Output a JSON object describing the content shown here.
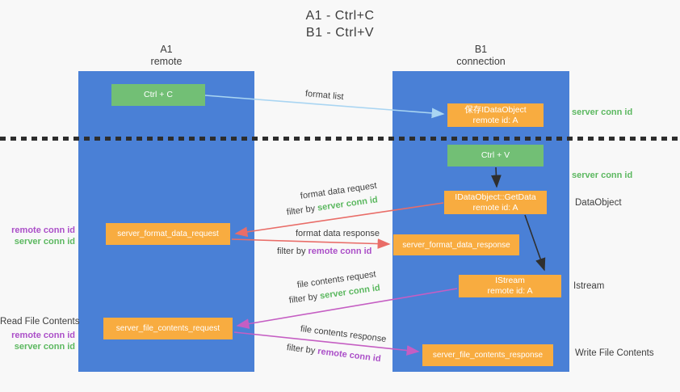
{
  "title": {
    "line1": "A1 - Ctrl+C",
    "line2": "B1 - Ctrl+V"
  },
  "lanes": {
    "a1": {
      "title": "A1",
      "subtitle": "remote"
    },
    "b1": {
      "title": "B1",
      "subtitle": "connection"
    }
  },
  "nodes": {
    "ctrl_c": {
      "label": "Ctrl + C"
    },
    "save_idataobject": {
      "line1": "保存IDataObject",
      "line2": "remote id: A"
    },
    "ctrl_v": {
      "label": "Ctrl + V"
    },
    "getdata": {
      "line1": "IDataObject::GetData",
      "line2": "remote id: A"
    },
    "format_request": {
      "label": "server_format_data_request"
    },
    "format_response": {
      "label": "server_format_data_response"
    },
    "istream": {
      "line1": "IStream",
      "line2": "remote id: A"
    },
    "file_request": {
      "label": "server_file_contents_request"
    },
    "file_response": {
      "label": "server_file_contents_response"
    }
  },
  "annotations": {
    "format_list": "format list",
    "format_data_request": "format data request",
    "format_data_response": "format data response",
    "file_contents_request": "file contents request",
    "file_contents_response": "file contents response",
    "filter_by": "filter by",
    "server_conn_id": "server conn id",
    "remote_conn_id": "remote conn id"
  },
  "side_labels": {
    "right_top_server_conn_id": "server conn id",
    "right_mid_server_conn_id": "server conn id",
    "dataobject": "DataObject",
    "istream": "Istream",
    "write_file_contents": "Write File Contents",
    "left_remote_conn_id_top": "remote conn id",
    "left_server_conn_id_top": "server conn id",
    "read_file_contents": "Read File Contents",
    "left_remote_conn_id_bottom": "remote conn id",
    "left_server_conn_id_bottom": "server conn id"
  },
  "colors": {
    "lane_blue": "#4a80d6",
    "node_green": "#72bf75",
    "node_orange": "#f8ac40",
    "arrow_light_blue": "#a9d5f2",
    "arrow_red": "#e96d68",
    "arrow_magenta": "#c55ec3",
    "arrow_black": "#2f2f2f",
    "label_green": "#5cb860",
    "label_purple": "#ab4fc8",
    "text_dark": "#3d3d3d"
  }
}
